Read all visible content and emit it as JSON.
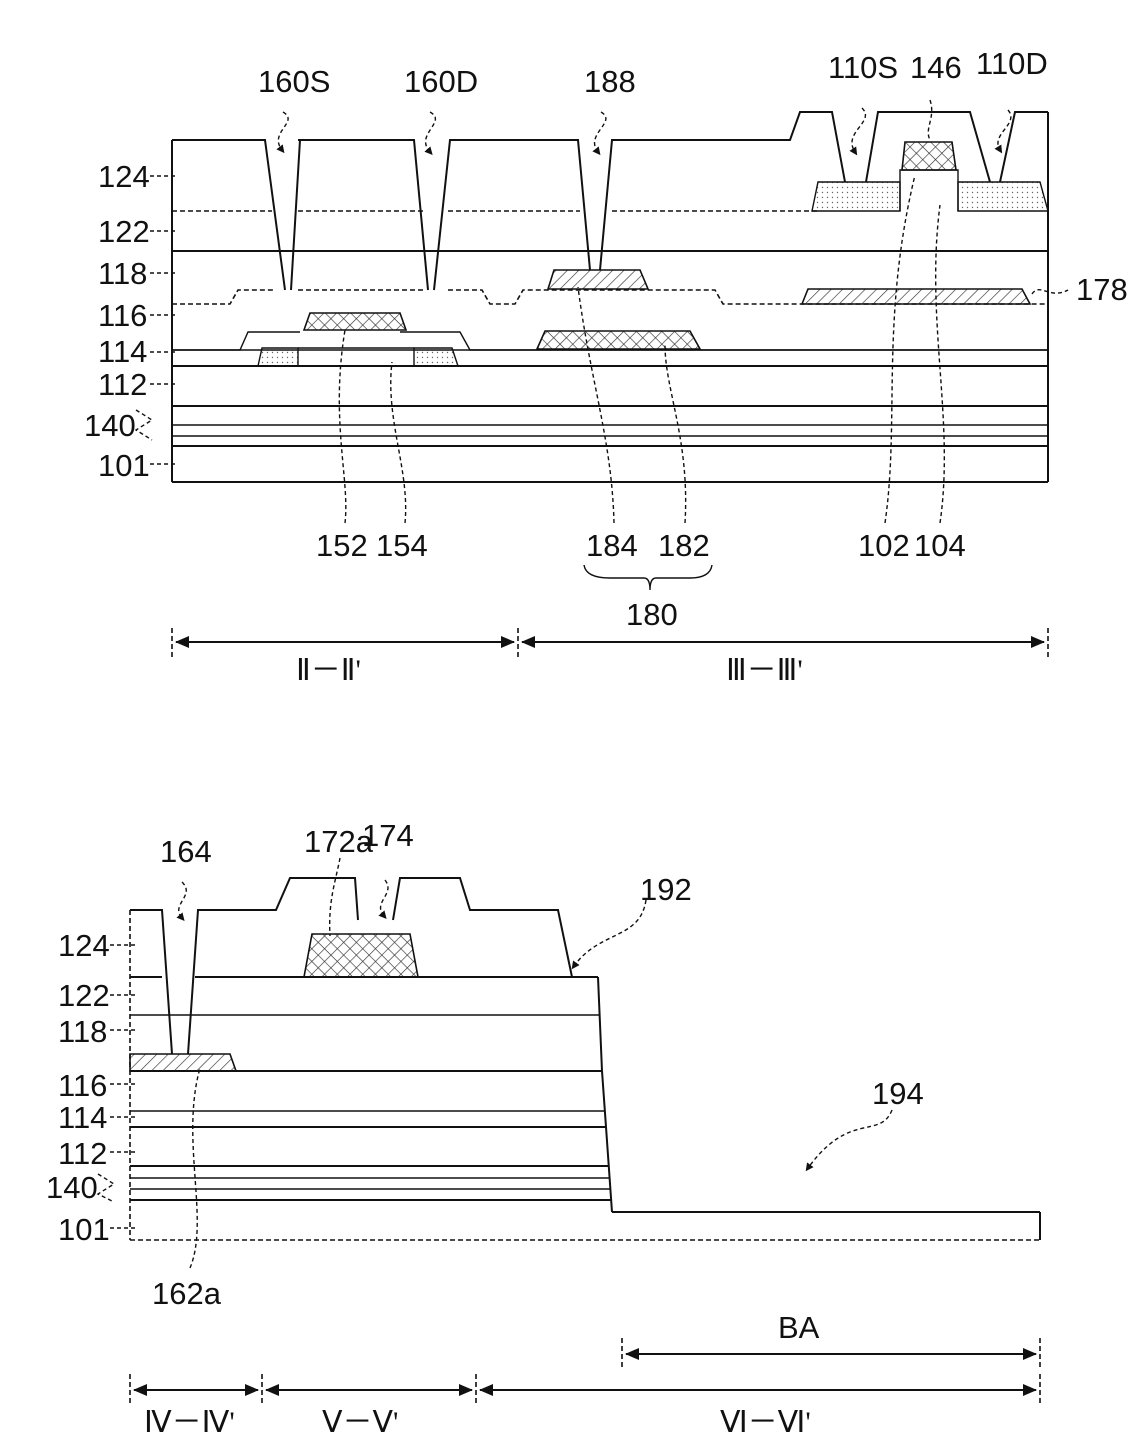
{
  "top": {
    "layers": [
      "124",
      "122",
      "118",
      "116",
      "114",
      "112",
      "140",
      "101"
    ],
    "labels_top": [
      "160S",
      "160D",
      "188",
      "110S",
      "146",
      "110D"
    ],
    "label_right": "178",
    "labels_bottom": [
      "152",
      "154",
      "184",
      "182",
      "102",
      "104"
    ],
    "group": "180",
    "sections": [
      "Ⅱ－Ⅱ'",
      "Ⅲ－Ⅲ'"
    ]
  },
  "bottom": {
    "layers": [
      "124",
      "122",
      "118",
      "116",
      "114",
      "112",
      "140",
      "101"
    ],
    "labels_top": [
      "164",
      "172a",
      "174",
      "192"
    ],
    "label_area": "194",
    "label_below": "162a",
    "ba": "BA",
    "sections": [
      "Ⅳ－Ⅳ'",
      "Ⅴ－Ⅴ'",
      "Ⅵ－Ⅵ'"
    ]
  }
}
